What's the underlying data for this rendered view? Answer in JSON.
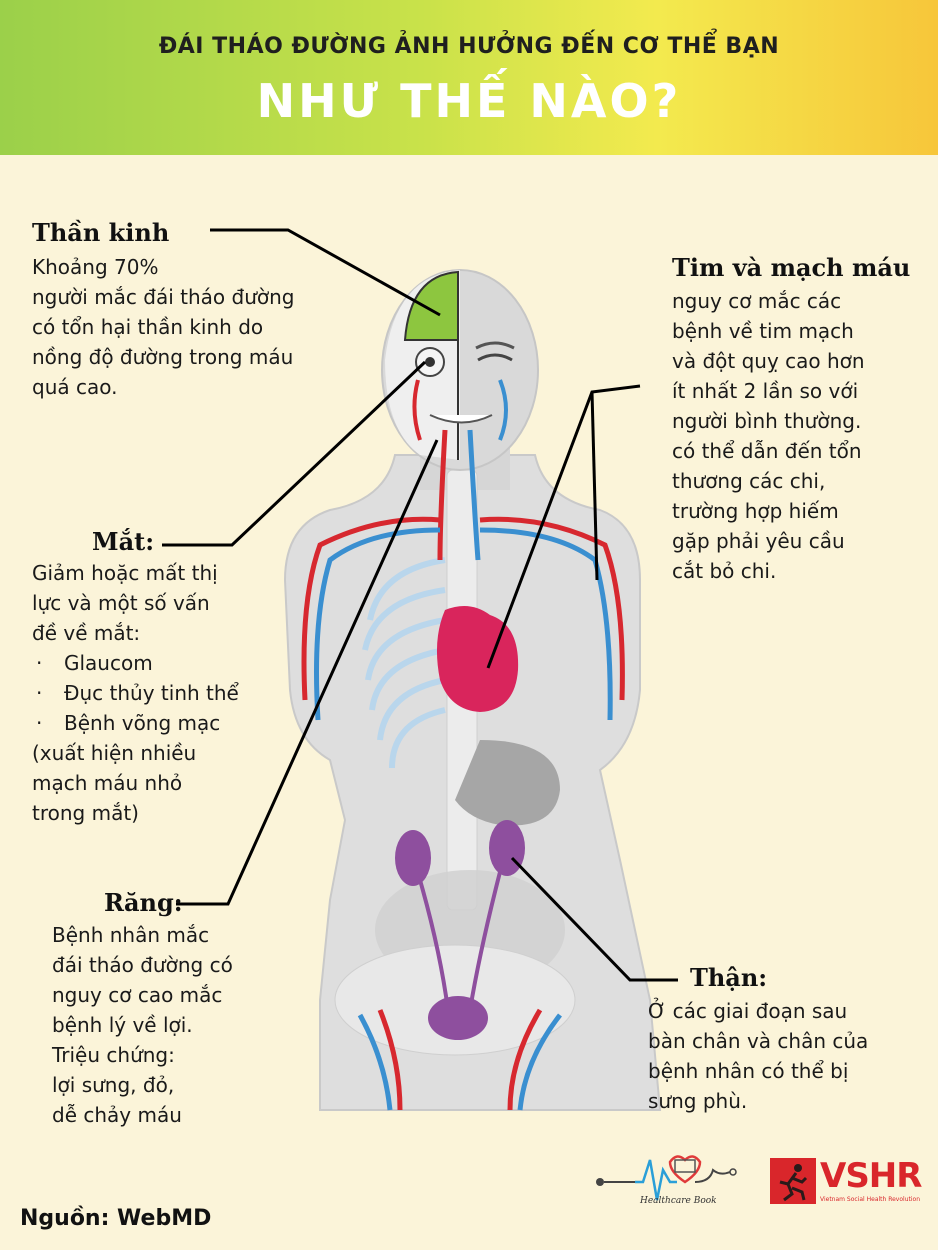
{
  "header": {
    "line1": "ĐÁI THÁO ĐƯỜNG ẢNH HƯỞNG ĐẾN CƠ THỂ BẠN",
    "line2": "NHƯ THẾ NÀO?"
  },
  "sections": {
    "nerves": {
      "title": "Thần kinh",
      "lines": [
        "Khoảng 70%",
        "người mắc đái tháo đường",
        "có tổn hại thần kinh do",
        "nồng độ đường trong máu",
        "quá cao."
      ]
    },
    "heart": {
      "title": "Tim và mạch máu",
      "lines": [
        "nguy cơ mắc các",
        "bệnh về tim mạch",
        "và đột quỵ cao hơn",
        "ít nhất 2 lần so với",
        "người bình thường.",
        "có thể dẫn đến tổn",
        "thương các chi,",
        "trường hợp hiếm",
        "gặp phải yêu cầu",
        "cắt bỏ chi."
      ]
    },
    "eyes": {
      "title": "Mắt:",
      "lines": [
        "Giảm hoặc mất thị",
        "lực và một số vấn",
        "đề về mắt:"
      ],
      "bullets": [
        "Glaucom",
        "Đục thủy tinh thể",
        "Bệnh võng mạc"
      ],
      "after": [
        "(xuất hiện nhiều",
        "mạch máu nhỏ",
        "trong mắt)"
      ]
    },
    "teeth": {
      "title": "Răng:",
      "lines": [
        "Bệnh nhân mắc",
        "đái tháo đường có",
        "nguy cơ cao mắc",
        "bệnh lý về lợi.",
        "Triệu chứng:",
        "lợi sưng, đỏ,",
        "dễ chảy máu"
      ]
    },
    "kidney": {
      "title": "Thận:",
      "lines": [
        "Ở các giai đoạn sau",
        "bàn chân và chân của",
        "bệnh nhân có thể bị",
        "sưng phù."
      ]
    }
  },
  "footer": {
    "source": "Nguồn: WebMD",
    "logo1_text": "Healthcare Book",
    "logo2_text": "VSHR",
    "logo2_sub": "Vietnam Social Health Revolution"
  },
  "colors": {
    "background": "#fbf4d9",
    "header_green": "#9bd04a",
    "header_yellow": "#f3ea4e",
    "brain": "#8dc63f",
    "heart": "#d9255c",
    "kidney": "#8e4f9e",
    "artery": "#d7282f",
    "vein": "#3a8fd0",
    "vshr_red": "#d9262b"
  }
}
